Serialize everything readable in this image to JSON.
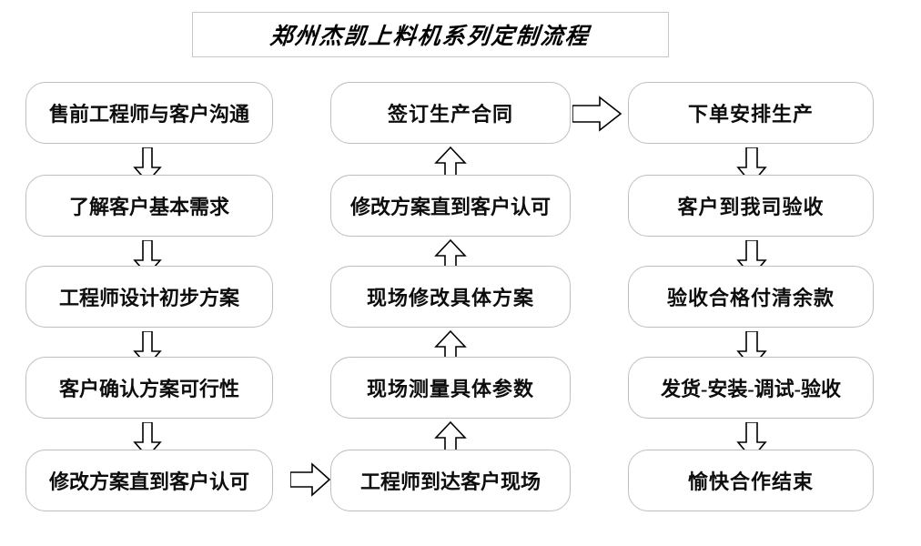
{
  "title": {
    "text": "郑州杰凯上料机系列定制流程"
  },
  "columns": [
    {
      "name": "pre-sales-column",
      "nodes": [
        {
          "id": "n1",
          "label": "售前工程师与客户沟通"
        },
        {
          "id": "n2",
          "label": "了解客户基本需求"
        },
        {
          "id": "n3",
          "label": "工程师设计初步方案"
        },
        {
          "id": "n4",
          "label": "客户确认方案可行性"
        },
        {
          "id": "n5",
          "label": "修改方案直到客户认可"
        }
      ]
    },
    {
      "name": "on-site-column",
      "nodes": [
        {
          "id": "n6",
          "label": "签订生产合同"
        },
        {
          "id": "n7",
          "label": "修改方案直到客户认可"
        },
        {
          "id": "n8",
          "label": "现场修改具体方案"
        },
        {
          "id": "n9",
          "label": "现场测量具体参数"
        },
        {
          "id": "n10",
          "label": "工程师到达客户现场"
        }
      ]
    },
    {
      "name": "production-column",
      "nodes": [
        {
          "id": "n11",
          "label": "下单安排生产"
        },
        {
          "id": "n12",
          "label": "客户到我司验收"
        },
        {
          "id": "n13",
          "label": "验收合格付清余款"
        },
        {
          "id": "n14",
          "label": "发货-安装-调试-验收"
        },
        {
          "id": "n15",
          "label": "愉快合作结束"
        }
      ]
    }
  ],
  "arrows": [
    {
      "id": "a1",
      "icon": "arrow-down-icon",
      "direction": "down"
    },
    {
      "id": "a2",
      "icon": "arrow-down-icon",
      "direction": "down"
    },
    {
      "id": "a3",
      "icon": "arrow-down-icon",
      "direction": "down"
    },
    {
      "id": "a4",
      "icon": "arrow-down-icon",
      "direction": "down"
    },
    {
      "id": "a5",
      "icon": "arrow-right-icon",
      "direction": "right"
    },
    {
      "id": "a6",
      "icon": "arrow-up-icon",
      "direction": "up"
    },
    {
      "id": "a7",
      "icon": "arrow-up-icon",
      "direction": "up"
    },
    {
      "id": "a8",
      "icon": "arrow-up-icon",
      "direction": "up"
    },
    {
      "id": "a9",
      "icon": "arrow-up-icon",
      "direction": "up"
    },
    {
      "id": "a10",
      "icon": "arrow-right-icon",
      "direction": "right"
    },
    {
      "id": "a11",
      "icon": "arrow-down-icon",
      "direction": "down"
    },
    {
      "id": "a12",
      "icon": "arrow-down-icon",
      "direction": "down"
    },
    {
      "id": "a13",
      "icon": "arrow-down-icon",
      "direction": "down"
    },
    {
      "id": "a14",
      "icon": "arrow-down-icon",
      "direction": "down"
    }
  ],
  "colors": {
    "box_border": "#bfbfbf",
    "title_border": "#c8c8c8",
    "text": "#0d0d0d",
    "arrow_stroke": "#000000",
    "background": "#ffffff"
  }
}
